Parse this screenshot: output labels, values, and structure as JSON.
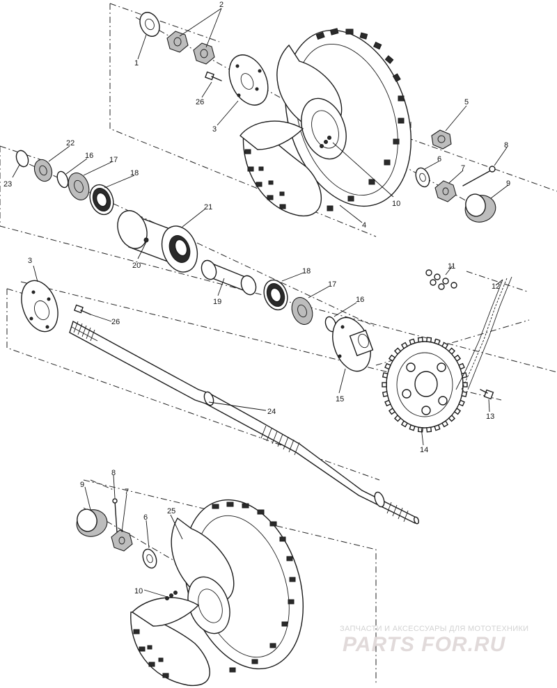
{
  "callouts": [
    {
      "id": "c1",
      "text": "1"
    },
    {
      "id": "c2",
      "text": "2"
    },
    {
      "id": "c3a",
      "text": "3"
    },
    {
      "id": "c26a",
      "text": "26"
    },
    {
      "id": "c5",
      "text": "5"
    },
    {
      "id": "c8a",
      "text": "8"
    },
    {
      "id": "c6a",
      "text": "6"
    },
    {
      "id": "c7a",
      "text": "7"
    },
    {
      "id": "c9a",
      "text": "9"
    },
    {
      "id": "c10a",
      "text": "10"
    },
    {
      "id": "c4",
      "text": "4"
    },
    {
      "id": "c22",
      "text": "22"
    },
    {
      "id": "c16a",
      "text": "16"
    },
    {
      "id": "c17a",
      "text": "17"
    },
    {
      "id": "c18a",
      "text": "18"
    },
    {
      "id": "c23",
      "text": "23"
    },
    {
      "id": "c21",
      "text": "21"
    },
    {
      "id": "c20",
      "text": "20"
    },
    {
      "id": "c19",
      "text": "19"
    },
    {
      "id": "c3b",
      "text": "3"
    },
    {
      "id": "c26b",
      "text": "26"
    },
    {
      "id": "c18b",
      "text": "18"
    },
    {
      "id": "c17b",
      "text": "17"
    },
    {
      "id": "c16b",
      "text": "16"
    },
    {
      "id": "c11",
      "text": "11"
    },
    {
      "id": "c12",
      "text": "12"
    },
    {
      "id": "c15",
      "text": "15"
    },
    {
      "id": "c13",
      "text": "13"
    },
    {
      "id": "c14",
      "text": "14"
    },
    {
      "id": "c24",
      "text": "24"
    },
    {
      "id": "c9b",
      "text": "9"
    },
    {
      "id": "c8b",
      "text": "8"
    },
    {
      "id": "c7b",
      "text": "7"
    },
    {
      "id": "c6b",
      "text": "6"
    },
    {
      "id": "c25",
      "text": "25"
    },
    {
      "id": "c10b",
      "text": "10"
    }
  ],
  "watermark": {
    "tagline": "ЗАПЧАСТИ И АКСЕССУАРЫ ДЛЯ МОТОТЕХНИКИ",
    "brand": "PARTS FOR.RU"
  }
}
